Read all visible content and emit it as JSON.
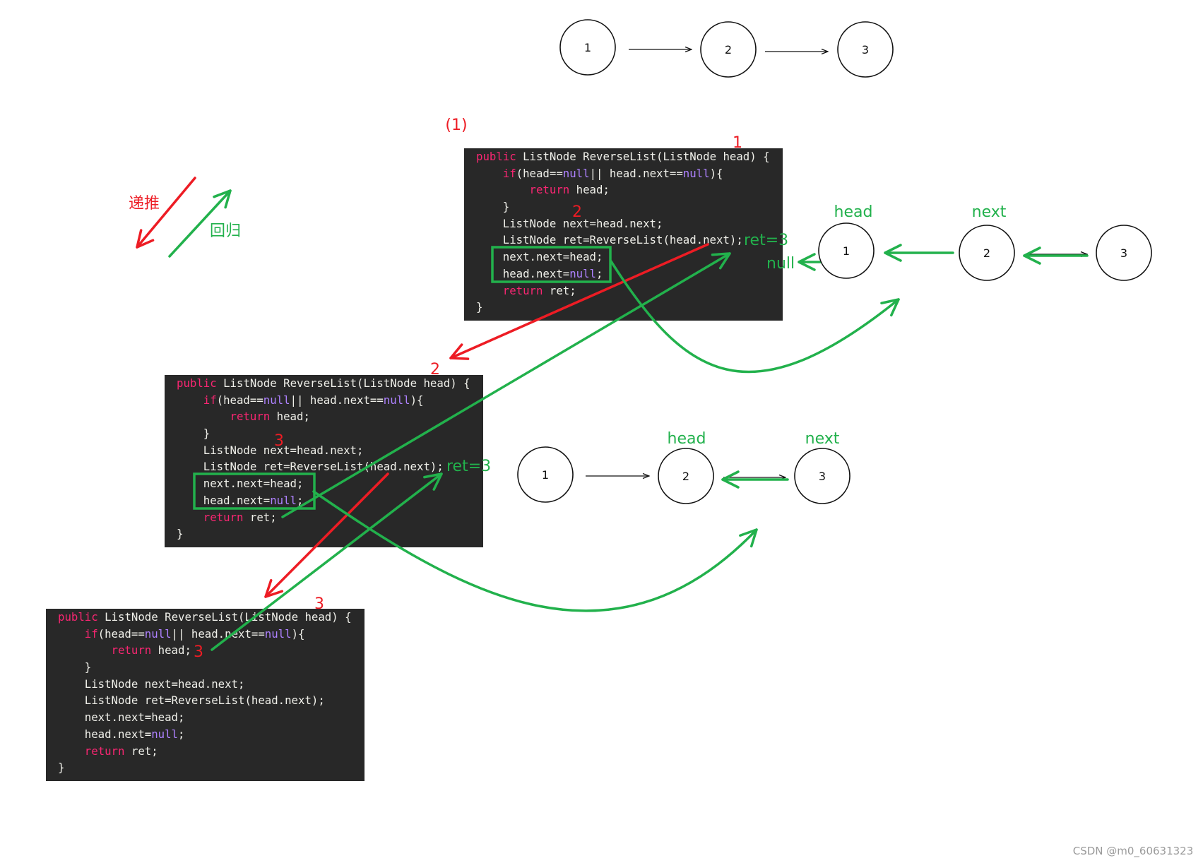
{
  "colors": {
    "recurse_arrow": "#ed1c24",
    "return_arrow": "#22b14c",
    "code_background": "#282828",
    "code_text": "#f0f0ea",
    "code_keyword": "#f92672",
    "code_literal": "#ae81ff"
  },
  "top_list": {
    "nodes": [
      "1",
      "2",
      "3"
    ]
  },
  "step_label": "(1)",
  "legend": {
    "recurse_label": "递推",
    "return_label": "回归"
  },
  "code": {
    "lines": [
      {
        "indent": 0,
        "tokens": [
          {
            "kind": "keyword",
            "text": "public"
          },
          {
            "kind": "plain",
            "text": " ListNode ReverseList(ListNode head) {"
          }
        ]
      },
      {
        "indent": 1,
        "tokens": [
          {
            "kind": "keyword",
            "text": "if"
          },
          {
            "kind": "plain",
            "text": "(head=="
          },
          {
            "kind": "literal",
            "text": "null"
          },
          {
            "kind": "plain",
            "text": "|| head.next=="
          },
          {
            "kind": "literal",
            "text": "null"
          },
          {
            "kind": "plain",
            "text": "){"
          }
        ]
      },
      {
        "indent": 2,
        "tokens": [
          {
            "kind": "keyword",
            "text": "return"
          },
          {
            "kind": "plain",
            "text": " head;"
          }
        ]
      },
      {
        "indent": 1,
        "tokens": [
          {
            "kind": "plain",
            "text": "}"
          }
        ]
      },
      {
        "indent": 1,
        "tokens": [
          {
            "kind": "plain",
            "text": "ListNode next=head.next;"
          }
        ]
      },
      {
        "indent": 1,
        "tokens": [
          {
            "kind": "plain",
            "text": "ListNode ret=ReverseList(head.next);"
          }
        ]
      },
      {
        "indent": 1,
        "tokens": [
          {
            "kind": "plain",
            "text": "next.next=head;"
          }
        ]
      },
      {
        "indent": 1,
        "tokens": [
          {
            "kind": "plain",
            "text": "head.next="
          },
          {
            "kind": "literal",
            "text": "null"
          },
          {
            "kind": "plain",
            "text": ";"
          }
        ]
      },
      {
        "indent": 1,
        "tokens": [
          {
            "kind": "keyword",
            "text": "return"
          },
          {
            "kind": "plain",
            "text": " ret;"
          }
        ]
      },
      {
        "indent": 0,
        "tokens": [
          {
            "kind": "plain",
            "text": "}"
          }
        ]
      }
    ]
  },
  "calls": [
    {
      "call_marker": "1",
      "next_marker": "2",
      "ret_label": "ret=3"
    },
    {
      "call_marker": "2",
      "next_marker": "3",
      "ret_label": "ret=3"
    },
    {
      "call_marker": "3",
      "return_marker": "3"
    }
  ],
  "list_after_call_1": {
    "nodes": [
      "1",
      "2",
      "3"
    ],
    "head_label": "head",
    "next_label": "next",
    "null_label": "null"
  },
  "list_after_call_2": {
    "nodes": [
      "1",
      "2",
      "3"
    ],
    "head_label": "head",
    "next_label": "next"
  },
  "watermark": "CSDN @m0_60631323"
}
